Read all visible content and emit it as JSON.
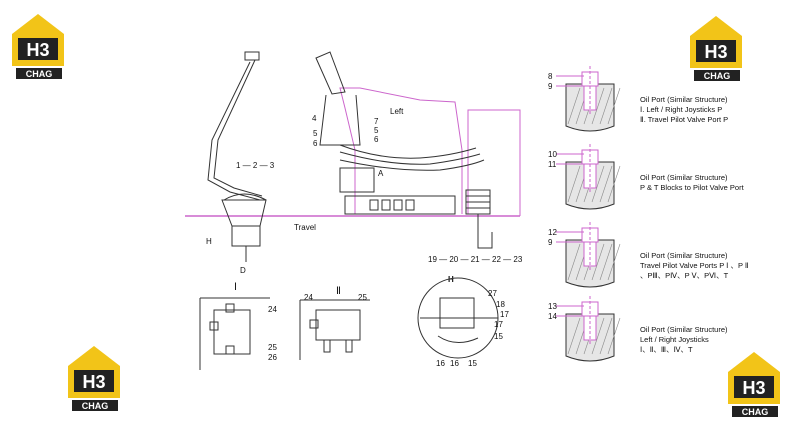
{
  "brand": {
    "logo_text": "H3",
    "logo_sub": "CHAG",
    "colors": {
      "yellow": "#f2c418",
      "dark": "#222222"
    }
  },
  "colors": {
    "line": "#333333",
    "pink": "#cc66cc",
    "label": "#111111"
  },
  "main_view": {
    "label_left": "Left",
    "label_travel": "Travel",
    "label_a": "A",
    "label_h": "H",
    "label_d": "D",
    "callout_123": "1 — 2 — 3",
    "callout_bottom": "19 — 20 — 21 — 22 — 23",
    "num_4": "4",
    "num_5a": "5",
    "num_6a": "6",
    "num_7": "7",
    "num_5b": "5",
    "num_6b": "6"
  },
  "detail_views": {
    "view1": {
      "title": "Ⅰ",
      "n1": "24",
      "n2": "25",
      "n3": "26"
    },
    "view2": {
      "title": "Ⅱ",
      "n1": "24",
      "n2": "25"
    },
    "view_h": {
      "title": "H",
      "n1": "27",
      "n2": "18",
      "n3": "17",
      "n4": "17",
      "n5": "15",
      "n6": "16",
      "n7": "16",
      "n8": "15"
    }
  },
  "oil_ports": [
    {
      "top_num": "8",
      "bottom_num": "9",
      "title": "Oil Port (Similar Structure)",
      "line1": "Ⅰ. Left / Right Joysticks P",
      "line2": "Ⅱ. Travel Pilot Valve Port P",
      "line3": ""
    },
    {
      "top_num": "10",
      "bottom_num": "11",
      "title": "Oil Port (Similar Structure)",
      "line1": "P & T Blocks to Pilot Valve Port",
      "line2": "",
      "line3": ""
    },
    {
      "top_num": "12",
      "bottom_num": "9",
      "title": "Oil Port (Similar Structure)",
      "line1": "Travel Pilot Valve Ports P Ⅰ 、P Ⅱ",
      "line2": "、PⅢ、PⅣ、P Ⅴ、PⅥ、T",
      "line3": ""
    },
    {
      "top_num": "13",
      "bottom_num": "14",
      "title": "Oil Port (Similar Structure)",
      "line1": "Left / Right Joysticks",
      "line2": "Ⅰ、Ⅱ、Ⅲ、Ⅳ、T",
      "line3": ""
    }
  ]
}
